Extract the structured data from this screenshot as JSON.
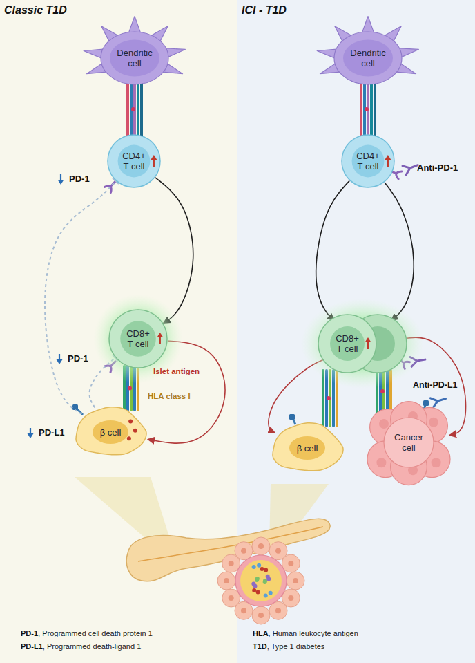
{
  "diagram": {
    "nodes": [
      {
        "text": [
          "Dendritic cell"
        ]
      },
      {
        "text": [
          "CD4+ T cell"
        ]
      },
      {
        "text": [
          "CD8+ T cell"
        ]
      },
      {
        "text": [
          "β cell"
        ]
      },
      {
        "text": [
          "Dendritic cell"
        ]
      },
      {
        "text": [
          "CD4+ T cell"
        ]
      },
      {
        "text": [
          "CD8+ T cell"
        ]
      },
      {
        "text": [
          "β cell"
        ]
      },
      {
        "text": [
          "Cancer cell"
        ]
      }
    ],
    "edges": [
      {
        "from": 1,
        "to": 2,
        "arrow": "to"
      },
      {
        "from": 2,
        "to": 3,
        "arrow": "to"
      },
      {
        "from": 3,
        "to": 1,
        "arrow": "to"
      },
      {
        "from": 3,
        "to": 2,
        "arrow": "to"
      },
      {
        "from": 5,
        "to": 6,
        "arrow": "to"
      },
      {
        "from": 5,
        "to": 6,
        "arrow": "to"
      },
      {
        "from": 6,
        "to": 7,
        "arrow": "to"
      },
      {
        "from": 6,
        "to": 8,
        "arrow": "to"
      }
    ],
    "labels": [
      "Classic T1D",
      "ICI - T1D",
      "PD-1",
      "PD-1",
      "Islet antigen",
      "HLA class I",
      "PD-L1",
      "Anti-PD-1",
      "Anti-PD-L1",
      "PD-1",
      ", Programmed cell death protein 1",
      "PD-L1",
      ", Programmed death-ligand 1",
      "HLA",
      ", Human leukocyte antigen",
      "T1D",
      ", Type 1 diabetes"
    ]
  }
}
